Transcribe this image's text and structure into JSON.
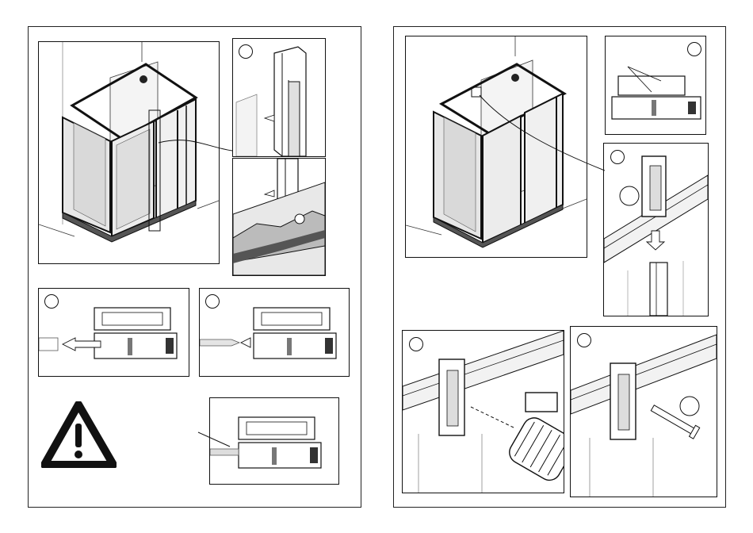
{
  "document": {
    "type": "assembly-instructions",
    "pages": [
      {
        "side": "left",
        "panels": [
          {
            "id": "overview-shower",
            "step_number": ""
          },
          {
            "id": "detail-vertical-profile",
            "step_number": ""
          },
          {
            "id": "detail-remove-strip",
            "step_number": ""
          },
          {
            "id": "detail-insert-strip",
            "step_number": ""
          },
          {
            "id": "detail-pointer",
            "step_number": ""
          }
        ],
        "warning": {
          "icon": "warning-triangle-icon",
          "glyph": "!"
        }
      },
      {
        "side": "right",
        "panels": [
          {
            "id": "overview-shower-right",
            "step_number": ""
          },
          {
            "id": "detail-top-section",
            "step_number": ""
          },
          {
            "id": "detail-clip-mount",
            "step_number": ""
          },
          {
            "id": "detail-screwdriver",
            "step_number": ""
          },
          {
            "id": "detail-screw",
            "step_number": ""
          }
        ]
      }
    ],
    "colors": {
      "line": "#111111",
      "glass": "#e6e6e6",
      "frame": "#9a9a9a",
      "background": "#ffffff"
    }
  }
}
